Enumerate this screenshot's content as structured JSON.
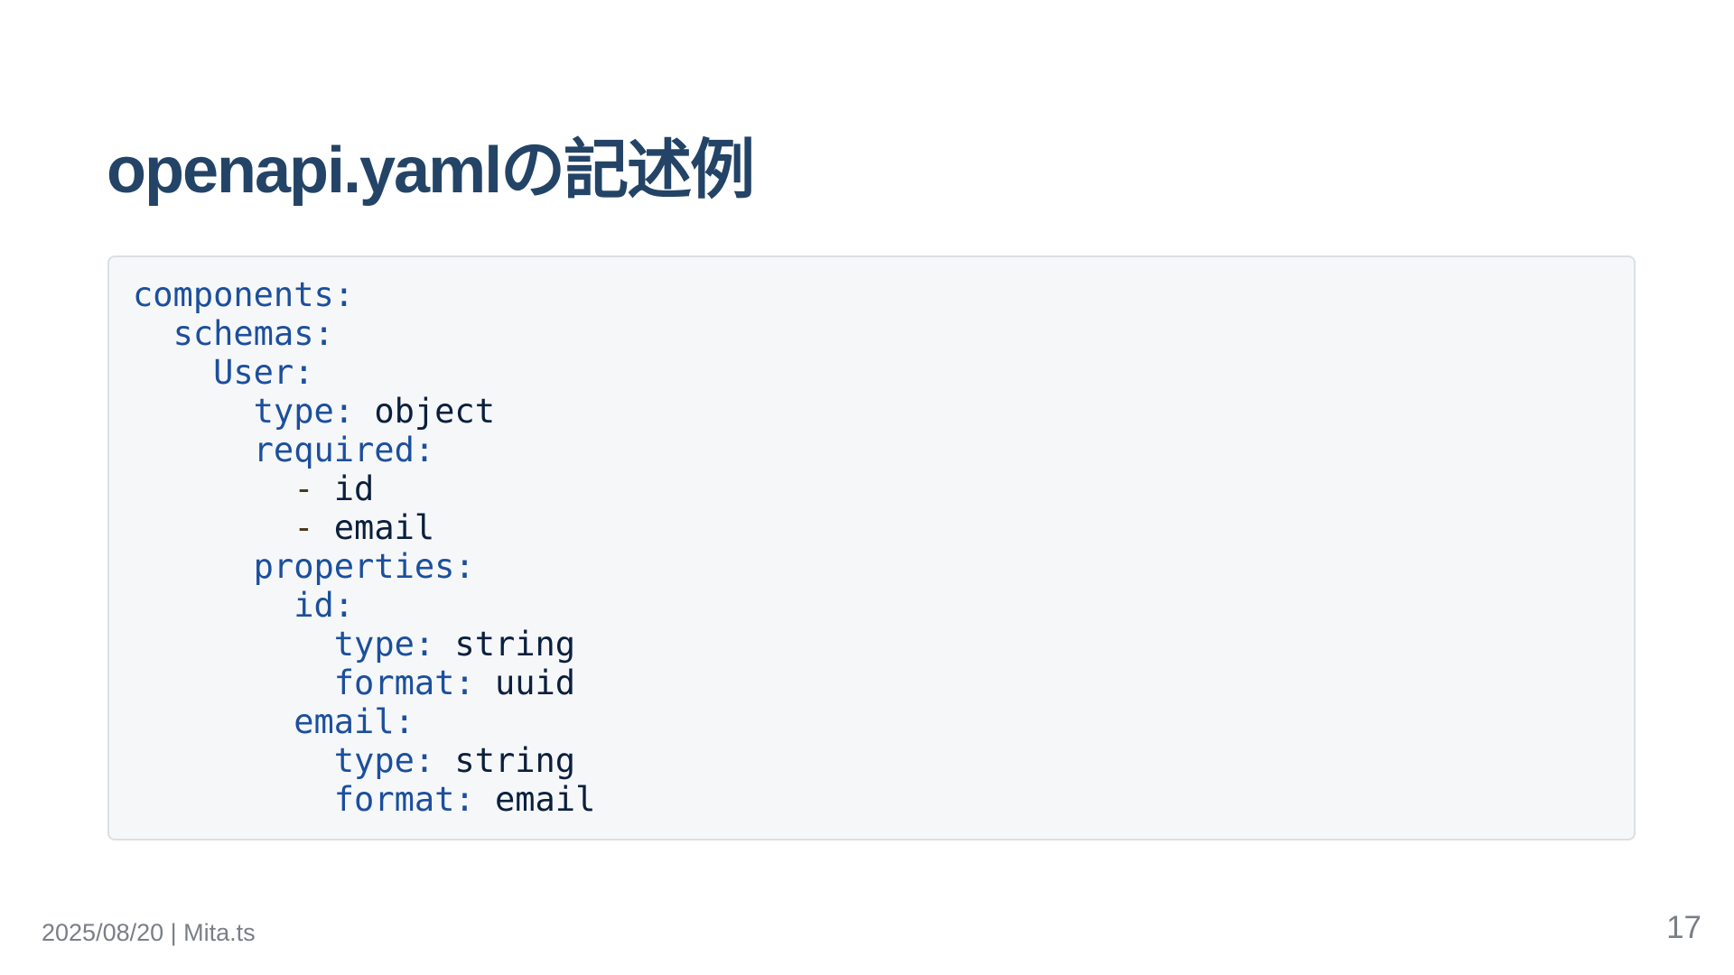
{
  "slide": {
    "title": "openapi.yamlの記述例",
    "footer": "2025/08/20 | Mita.ts",
    "page_number": "17"
  },
  "code": {
    "language": "yaml",
    "lines": [
      {
        "indent": "",
        "key": "components",
        "colon": ":",
        "value": ""
      },
      {
        "indent": "  ",
        "key": "schemas",
        "colon": ":",
        "value": ""
      },
      {
        "indent": "    ",
        "key": "User",
        "colon": ":",
        "value": ""
      },
      {
        "indent": "      ",
        "key": "type",
        "colon": ":",
        "value": " object"
      },
      {
        "indent": "      ",
        "key": "required",
        "colon": ":",
        "value": ""
      },
      {
        "indent": "        ",
        "dash": "- ",
        "value": "id"
      },
      {
        "indent": "        ",
        "dash": "- ",
        "value": "email"
      },
      {
        "indent": "      ",
        "key": "properties",
        "colon": ":",
        "value": ""
      },
      {
        "indent": "        ",
        "key": "id",
        "colon": ":",
        "value": ""
      },
      {
        "indent": "          ",
        "key": "type",
        "colon": ":",
        "value": " string"
      },
      {
        "indent": "          ",
        "key": "format",
        "colon": ":",
        "value": " uuid"
      },
      {
        "indent": "        ",
        "key": "email",
        "colon": ":",
        "value": ""
      },
      {
        "indent": "          ",
        "key": "type",
        "colon": ":",
        "value": " string"
      },
      {
        "indent": "          ",
        "key": "format",
        "colon": ":",
        "value": " email"
      }
    ]
  },
  "colors": {
    "title": "#234466",
    "key": "#1c4f9c",
    "value": "#0b1f3d",
    "code_background": "#f5f7f9",
    "footer": "#7a7f86"
  }
}
